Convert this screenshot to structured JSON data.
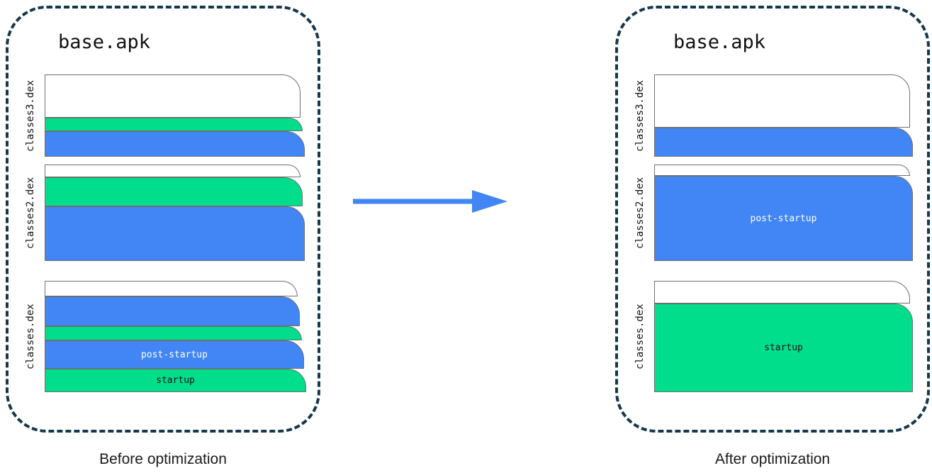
{
  "colors": {
    "blue": "#4285f4",
    "green": "#00dd8b",
    "white": "#ffffff",
    "panel_border": "#16384c",
    "band_stroke": "#6f6f6f",
    "arrow": "#4285f4",
    "text": "#111111"
  },
  "diagram_title": "",
  "panels": [
    {
      "id": "before",
      "title": "base.apk",
      "caption": "Before optimization",
      "dex_blocks": [
        {
          "label": "classes3.dex",
          "bands": [
            {
              "fill": "white",
              "text": "",
              "share": 52
            },
            {
              "fill": "green",
              "text": "",
              "share": 12
            },
            {
              "fill": "blue",
              "text": "",
              "share": 36
            }
          ]
        },
        {
          "label": "classes2.dex",
          "bands": [
            {
              "fill": "white",
              "text": "",
              "share": 13
            },
            {
              "fill": "green",
              "text": "",
              "share": 25
            },
            {
              "fill": "blue",
              "text": "",
              "share": 62
            }
          ]
        },
        {
          "label": "classes.dex",
          "bands": [
            {
              "fill": "white",
              "text": "",
              "share": 14
            },
            {
              "fill": "blue",
              "text": "",
              "share": 26
            },
            {
              "fill": "green",
              "text": "",
              "share": 13
            },
            {
              "fill": "blue",
              "text": "post-startup",
              "share": 25
            },
            {
              "fill": "green",
              "text": "startup",
              "share": 22
            }
          ]
        }
      ]
    },
    {
      "id": "after",
      "title": "base.apk",
      "caption": "After optimization",
      "dex_blocks": [
        {
          "label": "classes3.dex",
          "bands": [
            {
              "fill": "white",
              "text": "",
              "share": 64
            },
            {
              "fill": "blue",
              "text": "",
              "share": 36
            }
          ]
        },
        {
          "label": "classes2.dex",
          "bands": [
            {
              "fill": "white",
              "text": "",
              "share": 12
            },
            {
              "fill": "blue",
              "text": "post-startup",
              "share": 88
            }
          ]
        },
        {
          "label": "classes.dex",
          "bands": [
            {
              "fill": "white",
              "text": "",
              "share": 20
            },
            {
              "fill": "green",
              "text": "startup",
              "share": 80
            }
          ]
        }
      ]
    }
  ],
  "arrow": {
    "name": "transformation-arrow",
    "direction": "right",
    "color": "#4285f4"
  },
  "legend_terms": [
    "startup",
    "post-startup"
  ]
}
